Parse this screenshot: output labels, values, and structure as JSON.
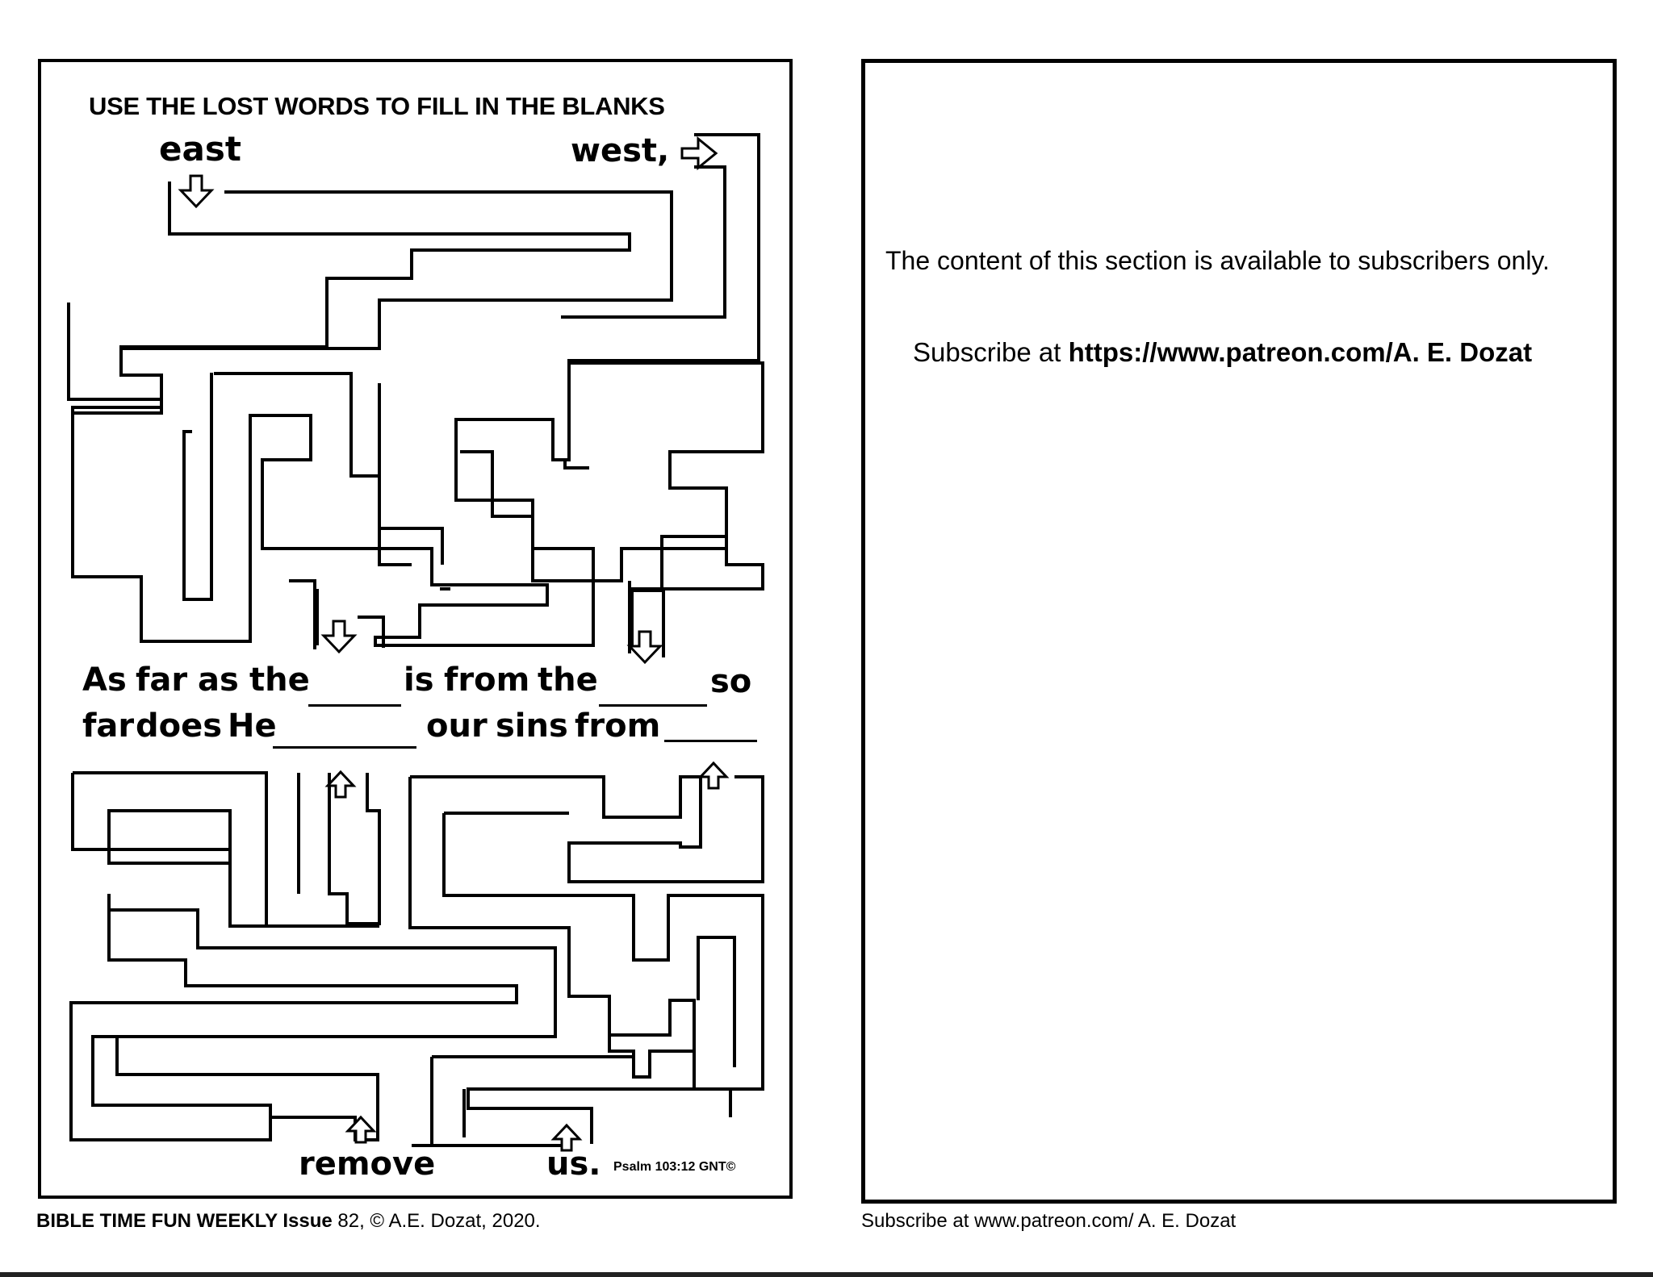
{
  "maze": {
    "title": "USE THE LOST WORDS TO FILL IN THE BLANKS",
    "words": {
      "east": "east",
      "west": "west,",
      "remove": "remove",
      "us": "us."
    },
    "verse": {
      "l1_a": "As",
      "l1_b": "far",
      "l1_c": "as",
      "l1_d": "the",
      "l1_e": "is",
      "l1_f": "from",
      "l1_g": "the",
      "l1_h": "so",
      "l2_a": "far",
      "l2_b": "does",
      "l2_c": "He",
      "l2_d": "our",
      "l2_e": "sins",
      "l2_f": "from"
    },
    "citation": "Psalm 103:12 GNT©"
  },
  "subscriber_panel": {
    "notice": "The content of this section is available to subscribers only.",
    "subscribe_prefix": "Subscribe at ",
    "subscribe_link": "https://www.patreon.com/A. E. Dozat"
  },
  "footer": {
    "left_bold": "BIBLE TIME FUN WEEKLY Issue",
    "left_rest": " 82, © A.E. Dozat, 2020.",
    "right": "Subscribe at www.patreon.com/ A. E. Dozat"
  }
}
